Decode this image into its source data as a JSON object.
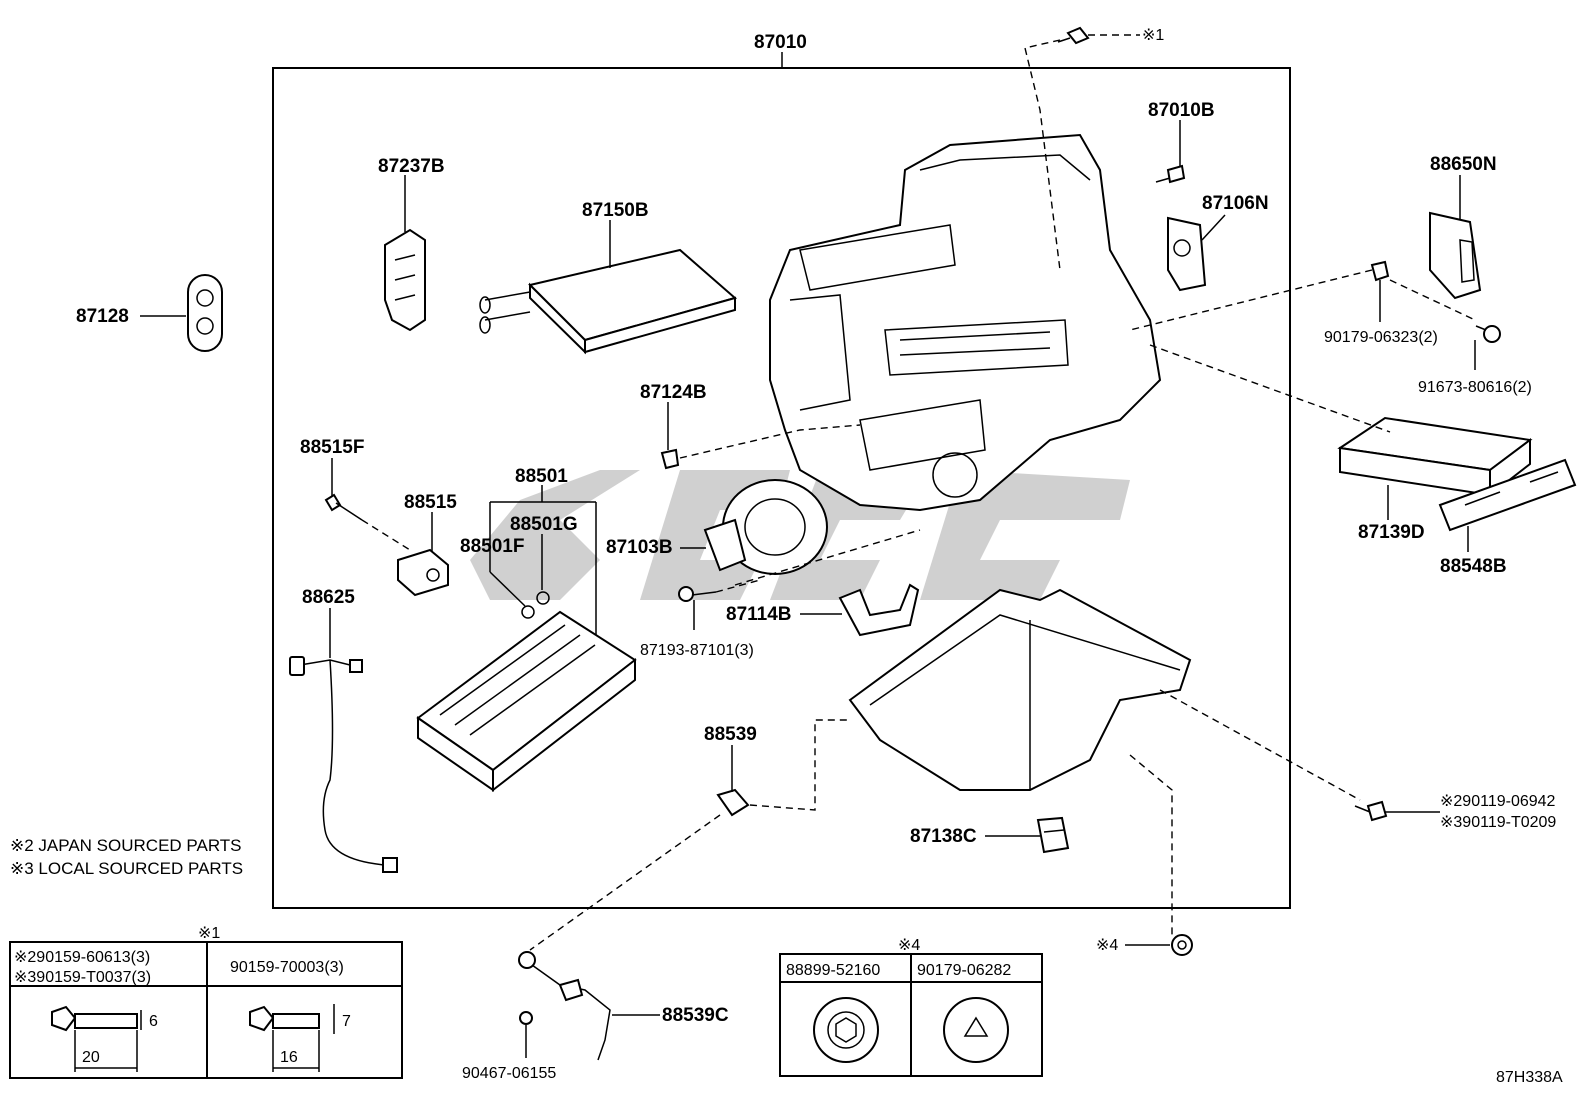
{
  "colors": {
    "line": "#000000",
    "watermark": "#a9a9a9",
    "background": "#ffffff"
  },
  "labels": {
    "p87010": "87010",
    "p87010B": "87010B",
    "p87237B": "87237B",
    "p87150B": "87150B",
    "p87106N": "87106N",
    "p88650N": "88650N",
    "p87128": "87128",
    "p90179_06323": "90179-06323(2)",
    "p91673_80616": "91673-80616(2)",
    "p87124B": "87124B",
    "p88515F": "88515F",
    "p88501": "88501",
    "p88515": "88515",
    "p88501G": "88501G",
    "p88501F": "88501F",
    "p87103B": "87103B",
    "p87139D": "87139D",
    "p88548B": "88548B",
    "p88625": "88625",
    "p87114B": "87114B",
    "p87193_87101": "87193-87101(3)",
    "p88539": "88539",
    "p87138C": "87138C",
    "p90119_06942": "※290119-06942",
    "p90119_T0209": "※390119-T0209",
    "p88539C": "88539C",
    "p90467_06155": "90467-06155",
    "mark1_top": "※1",
    "mark4_right": "※4"
  },
  "notes": {
    "japan": "※2 JAPAN SOURCED PARTS",
    "local": "※3 LOCAL SOURCED PARTS"
  },
  "table1": {
    "mark": "※1",
    "col1_line1": "※290159-60613(3)",
    "col1_line2": "※390159-T0037(3)",
    "col2": "90159-70003(3)",
    "col1_dim_d": "6",
    "col1_dim_len": "20",
    "col2_dim_d": "7",
    "col2_dim_len": "16"
  },
  "table4": {
    "mark": "※4",
    "col1": "88899-52160",
    "col2": "90179-06282"
  },
  "diagram_code": "87H338A"
}
